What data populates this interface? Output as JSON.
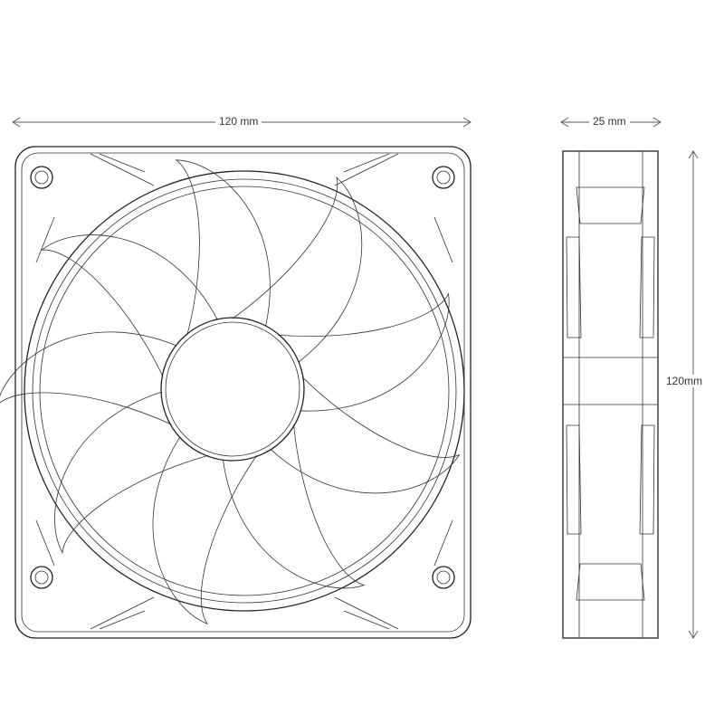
{
  "dimensions": {
    "front_width": "120 mm",
    "side_depth": "25 mm",
    "side_height": "120mm"
  },
  "blade_count": 9
}
